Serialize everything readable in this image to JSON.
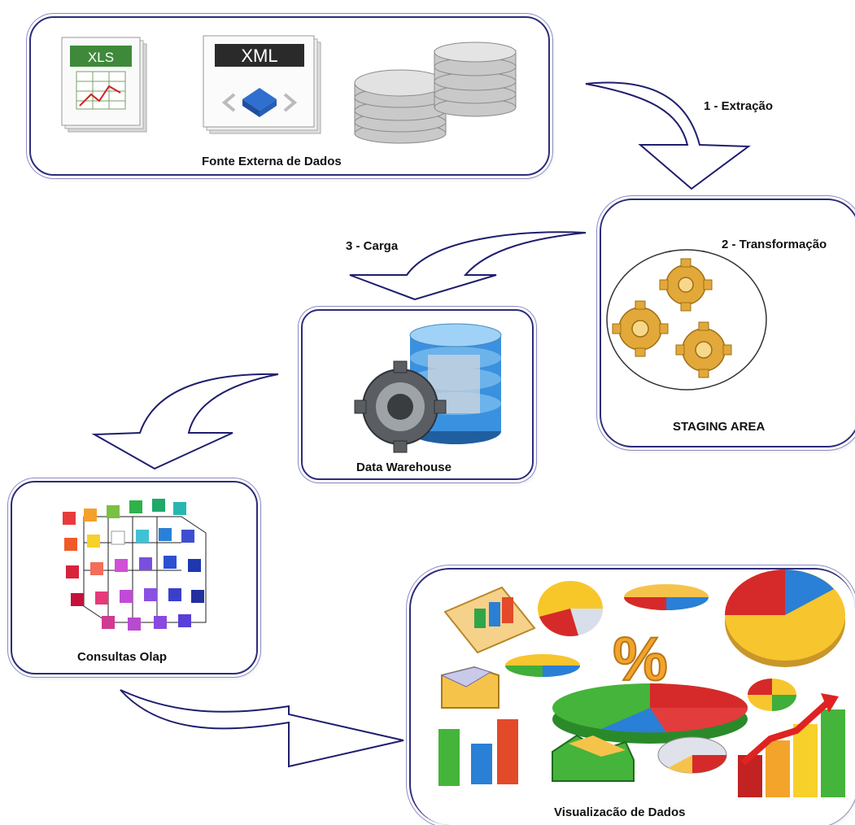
{
  "boxes": {
    "source": {
      "label": "Fonte Externa de Dados",
      "xls": "XLS",
      "xml": "XML"
    },
    "staging": {
      "label": "STAGING AREA"
    },
    "warehouse": {
      "label": "Data Warehouse"
    },
    "olap": {
      "label": "Consultas Olap"
    },
    "visual": {
      "label": "Visualizacão de Dados",
      "percent": "%"
    }
  },
  "steps": {
    "extract": "1 - Extração",
    "transform": "2 - Transformação",
    "load": "3 - Carga"
  },
  "colors": {
    "border": "#2c2c7a",
    "arrow_stroke": "#1e1e6e"
  }
}
